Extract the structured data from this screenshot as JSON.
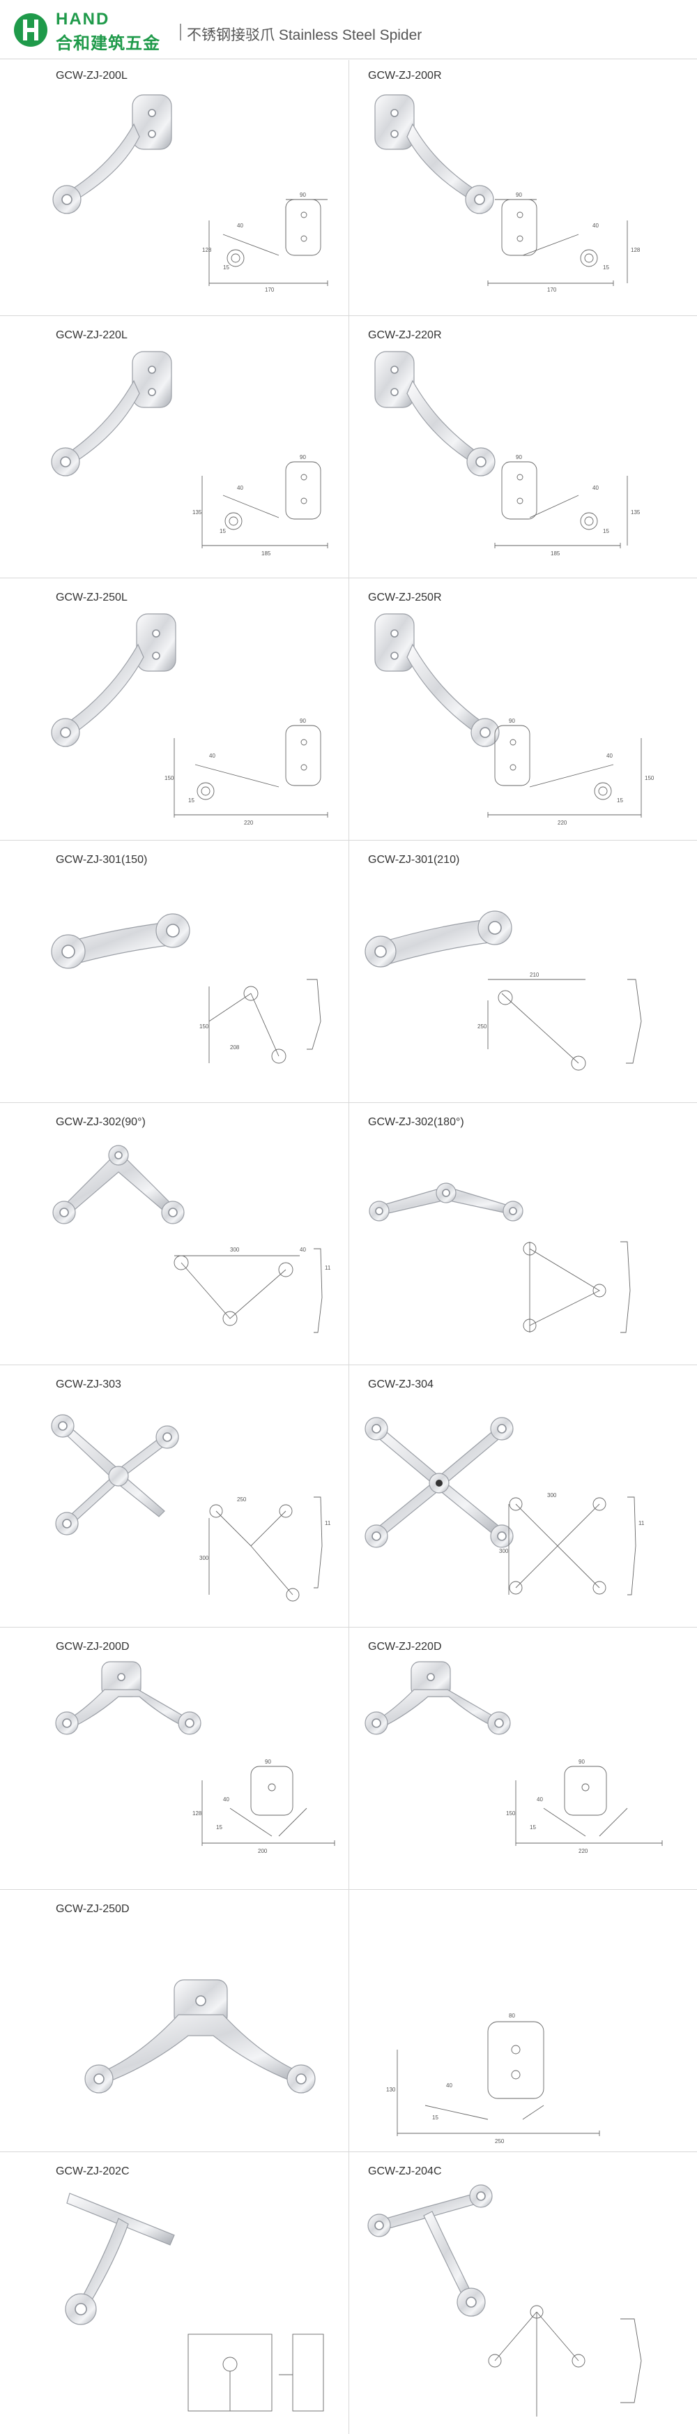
{
  "header": {
    "brand_en": "HAND",
    "brand_cn": "合和建筑五金",
    "title": "不锈钢接驳爪  Stainless Steel Spider"
  },
  "products": [
    {
      "code": "GCW-ZJ-200L"
    },
    {
      "code": "GCW-ZJ-200R"
    },
    {
      "code": "GCW-ZJ-220L"
    },
    {
      "code": "GCW-ZJ-220R"
    },
    {
      "code": "GCW-ZJ-250L"
    },
    {
      "code": "GCW-ZJ-250R"
    },
    {
      "code": "GCW-ZJ-301(150)"
    },
    {
      "code": "GCW-ZJ-301(210)"
    },
    {
      "code": "GCW-ZJ-302(90°)"
    },
    {
      "code": "GCW-ZJ-302(180°)"
    },
    {
      "code": "GCW-ZJ-303"
    },
    {
      "code": "GCW-ZJ-304"
    },
    {
      "code": "GCW-ZJ-200D"
    },
    {
      "code": "GCW-ZJ-220D"
    },
    {
      "code": "GCW-ZJ-250D"
    },
    {
      "code": ""
    },
    {
      "code": "GCW-ZJ-202C"
    },
    {
      "code": "GCW-ZJ-204C"
    }
  ],
  "dimensions": {
    "d200": [
      "90",
      "128",
      "170",
      "40",
      "15"
    ],
    "d220": [
      "90",
      "135",
      "185",
      "40",
      "15"
    ],
    "d250": [
      "90",
      "150",
      "220",
      "40",
      "15"
    ],
    "d301": [
      "150",
      "208",
      "210",
      "250"
    ],
    "d302": [
      "300",
      "40",
      "11"
    ],
    "d303": [
      "250",
      "300",
      "11"
    ],
    "d304": [
      "300",
      "300",
      "11"
    ],
    "d200D": [
      "90",
      "128",
      "200",
      "40",
      "15"
    ],
    "d220D": [
      "90",
      "150",
      "220",
      "40",
      "15"
    ],
    "d250D": [
      "80",
      "130",
      "250",
      "40",
      "15"
    ]
  },
  "colors": {
    "brand_green": "#1f9a4a",
    "steel_light": "#f4f5f7",
    "steel_dark": "#a7abb2"
  }
}
